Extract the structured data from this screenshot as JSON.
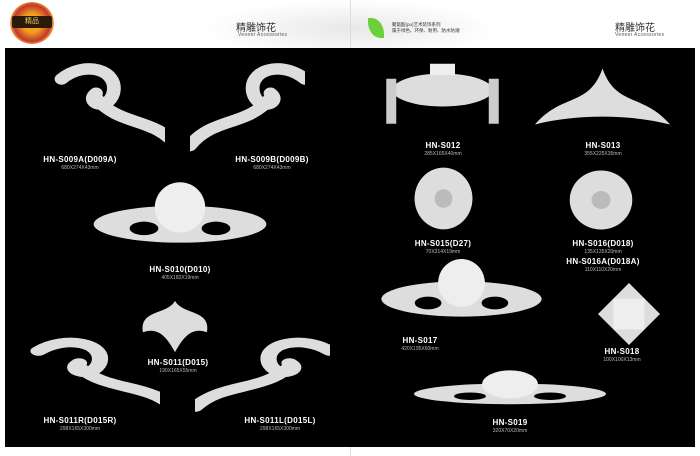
{
  "header": {
    "logo_text": "精品",
    "left_title": "精雕饰花",
    "left_subtitle": "Veneer Accessories",
    "center_text_1": "聚氨酯(pu)艺术装饰系列",
    "center_text_2": "属于绿色、环保、耐用、防水防潮",
    "right_title": "精雕饰花",
    "right_subtitle": "Veneer Accessories"
  },
  "products": [
    {
      "code": "HN-S009A(D009A)",
      "size": "680X274X43mm"
    },
    {
      "code": "HN-S009B(D009B)",
      "size": "680X274X43mm"
    },
    {
      "code": "HN-S010(D010)",
      "size": "405X182X19mm"
    },
    {
      "code": "HN-S011(D015)",
      "size": "190X165X55mm"
    },
    {
      "code": "HN-S011R(D015R)",
      "size": "298X165X300mm"
    },
    {
      "code": "HN-S011L(D015L)",
      "size": "298X165X300mm"
    },
    {
      "code": "HN-S012",
      "size": "285X165X40mm"
    },
    {
      "code": "HN-S013",
      "size": "355X225X35mm"
    },
    {
      "code": "HN-S015(D27)",
      "size": "70X314X19mm"
    },
    {
      "code": "HN-S016(D018)",
      "size": "135X135X20mm"
    },
    {
      "code": "HN-S016A(D018A)",
      "size": "110X110X20mm"
    },
    {
      "code": "HN-S017",
      "size": "420X195X60mm"
    },
    {
      "code": "HN-S018",
      "size": "100X100X13mm"
    },
    {
      "code": "HN-S019",
      "size": "320X70X20mm"
    }
  ]
}
